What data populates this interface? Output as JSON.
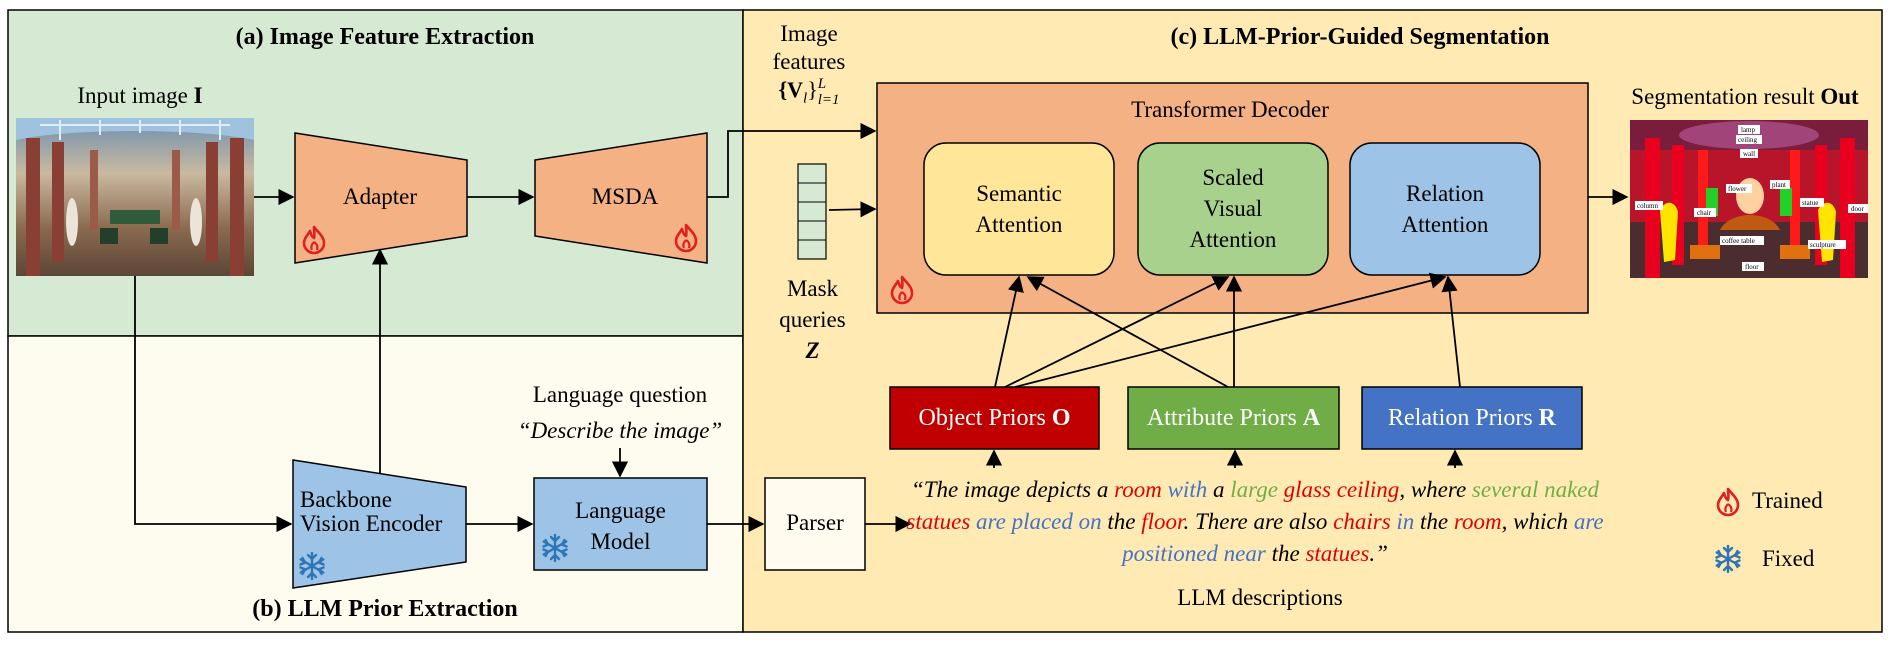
{
  "panels": {
    "a_title": "(a) Image Feature Extraction",
    "b_title": "(b) LLM Prior Extraction",
    "c_title": "(c) LLM-Prior-Guided Segmentation"
  },
  "input_image": {
    "label_prefix": "Input image ",
    "label_symbol": "I"
  },
  "adapter": {
    "label": "Adapter"
  },
  "msda": {
    "label": "MSDA"
  },
  "image_features": {
    "line1": "Image",
    "line2": "features",
    "math_base": "{V",
    "math_sub": "l",
    "math_close": "}",
    "math_sup": "L",
    "math_sub2": "l=1"
  },
  "mask_queries": {
    "line1": "Mask",
    "line2": "queries",
    "symbol": "Z"
  },
  "transformer": {
    "title": "Transformer Decoder",
    "semantic": {
      "line1": "Semantic",
      "line2": "Attention"
    },
    "scaled": {
      "line1": "Scaled",
      "line2": "Visual",
      "line3": "Attention"
    },
    "relation": {
      "line1": "Relation",
      "line2": "Attention"
    }
  },
  "segmentation": {
    "label_prefix": "Segmentation result ",
    "label_symbol": "Out",
    "tags": [
      "lamp",
      "ceiling",
      "wall",
      "column",
      "door",
      "statue",
      "chair",
      "flower",
      "plant",
      "coffee table",
      "sculpture",
      "floor"
    ]
  },
  "priors": {
    "object": {
      "text": "Object Priors ",
      "symbol": "O",
      "color": "#c00000"
    },
    "attribute": {
      "text": "Attribute Priors ",
      "symbol": "A",
      "color": "#70ad47"
    },
    "relation": {
      "text": "Relation Priors ",
      "symbol": "R",
      "color": "#4472c4"
    }
  },
  "language_question": {
    "title": "Language question",
    "quote": "“Describe the image”"
  },
  "backbone": {
    "line1": "Backbone",
    "line2": "Vision Encoder"
  },
  "language_model": {
    "line1": "Language",
    "line2": "Model"
  },
  "parser": {
    "label": "Parser"
  },
  "llm_description": {
    "caption": "LLM descriptions",
    "segments": [
      {
        "t": "“The image depicts a ",
        "c": "k"
      },
      {
        "t": "room",
        "c": "o"
      },
      {
        "t": " with ",
        "c": "r"
      },
      {
        "t": "a ",
        "c": "k"
      },
      {
        "t": "large",
        "c": "a"
      },
      {
        "t": " ",
        "c": "k"
      },
      {
        "t": "glass ceiling",
        "c": "o"
      },
      {
        "t": ", where ",
        "c": "k"
      },
      {
        "t": "several naked",
        "c": "a"
      },
      {
        "t": " ",
        "c": "k"
      },
      {
        "t": "statues",
        "c": "o"
      },
      {
        "t": " ",
        "c": "k"
      },
      {
        "t": "are placed on",
        "c": "r"
      },
      {
        "t": " the ",
        "c": "k"
      },
      {
        "t": "floor",
        "c": "o"
      },
      {
        "t": ". There are also ",
        "c": "k"
      },
      {
        "t": "chairs",
        "c": "o"
      },
      {
        "t": " ",
        "c": "k"
      },
      {
        "t": "in",
        "c": "r"
      },
      {
        "t": " the ",
        "c": "k"
      },
      {
        "t": "room",
        "c": "o"
      },
      {
        "t": ", which ",
        "c": "k"
      },
      {
        "t": "are positioned near",
        "c": "r"
      },
      {
        "t": " the ",
        "c": "k"
      },
      {
        "t": "statues",
        "c": "o"
      },
      {
        "t": ".”",
        "c": "k"
      }
    ]
  },
  "legend": {
    "trained": "Trained",
    "fixed": "Fixed"
  },
  "colors": {
    "panel_a": "#d6e9d3",
    "panel_b": "#fefbef",
    "panel_c": "#ffeab3",
    "module_orange": "#f4b183",
    "module_blue": "#9dc3e6",
    "attn_yellow": "#ffe699",
    "attn_green": "#a9d18e",
    "attn_blue": "#9dc3e6",
    "flame": "#e02020",
    "snowflake": "#2e75b6",
    "text_object": "#e00000",
    "text_attribute": "#70ad47",
    "text_relation": "#4472c4"
  }
}
